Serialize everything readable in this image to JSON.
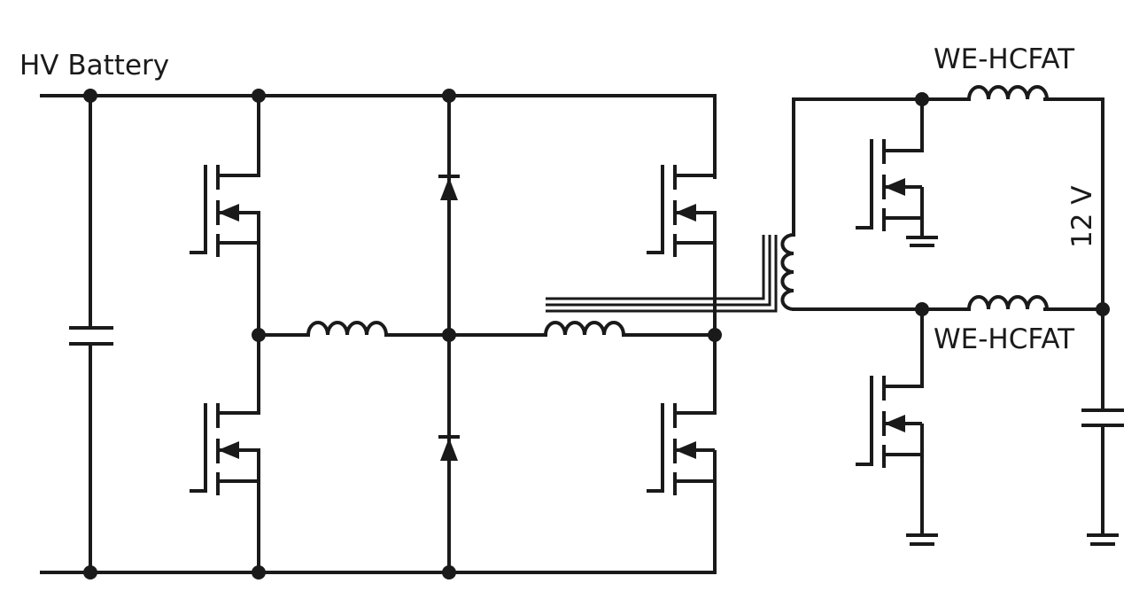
{
  "labels": {
    "battery": "HV Battery",
    "inductor_top": "WE-HCFAT",
    "inductor_bottom": "WE-HCFAT",
    "output_voltage": "12 V"
  },
  "colors": {
    "wire": "#1a1a1a",
    "background": "#ffffff"
  }
}
